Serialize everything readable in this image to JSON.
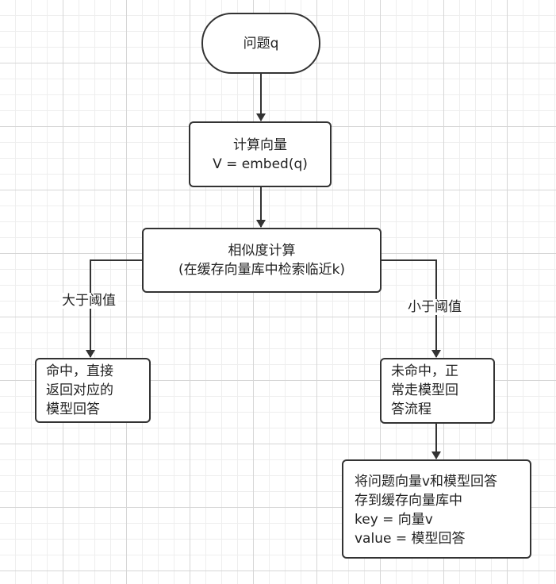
{
  "nodes": {
    "start": {
      "text": "问题q"
    },
    "compute": {
      "line1": "计算向量",
      "line2": "V = embed(q)"
    },
    "similarity": {
      "line1": "相似度计算",
      "line2": "(在缓存向量库中检索临近k)"
    },
    "hit": {
      "line1": "命中，直接",
      "line2": "返回对应的",
      "line3": "模型回答"
    },
    "miss": {
      "line1": "未命中，正",
      "line2": "常走模型回",
      "line3": "答流程"
    },
    "store": {
      "line1": "将问题向量v和模型回答",
      "line2": "存到缓存向量库中",
      "line3": "key = 向量v",
      "line4": "value = 模型回答"
    }
  },
  "edges": {
    "above_threshold": "大于阈值",
    "below_threshold": "小于阈值"
  }
}
